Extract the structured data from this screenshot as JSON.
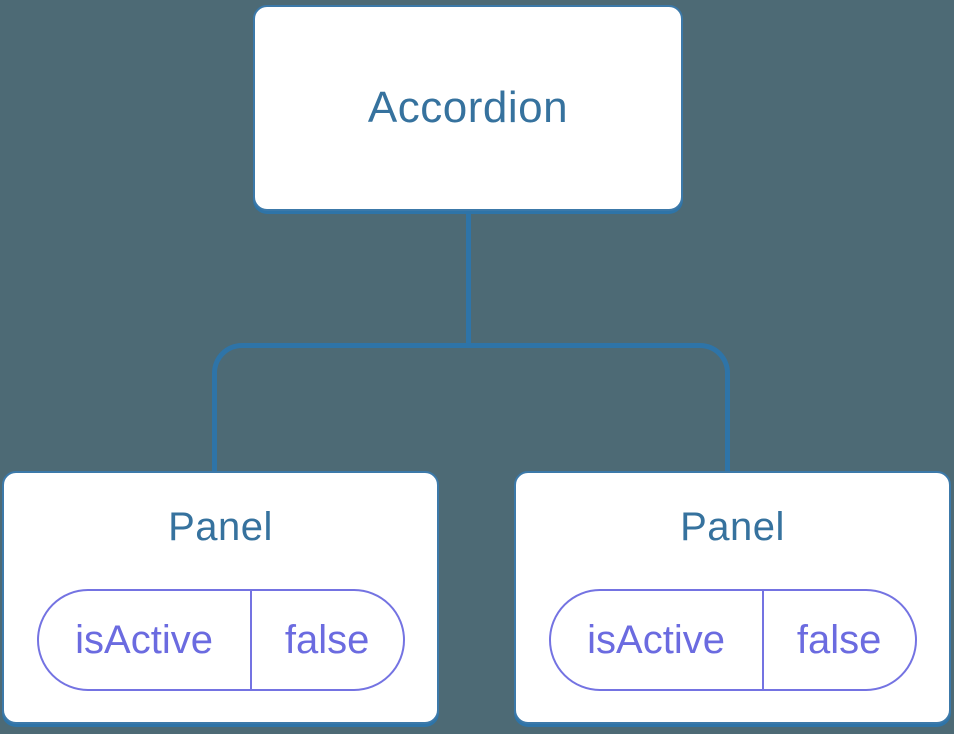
{
  "tree": {
    "root": {
      "label": "Accordion"
    },
    "children": [
      {
        "label": "Panel",
        "props": [
          {
            "name": "isActive",
            "value": "false"
          }
        ]
      },
      {
        "label": "Panel",
        "props": [
          {
            "name": "isActive",
            "value": "false"
          }
        ]
      }
    ]
  },
  "colors": {
    "bg": "#4d6a75",
    "line": "#2e74a8",
    "box-border": "#3c79a9",
    "title": "#36729e",
    "pill-border": "#7473e2",
    "pill-text": "#6b6be0"
  }
}
